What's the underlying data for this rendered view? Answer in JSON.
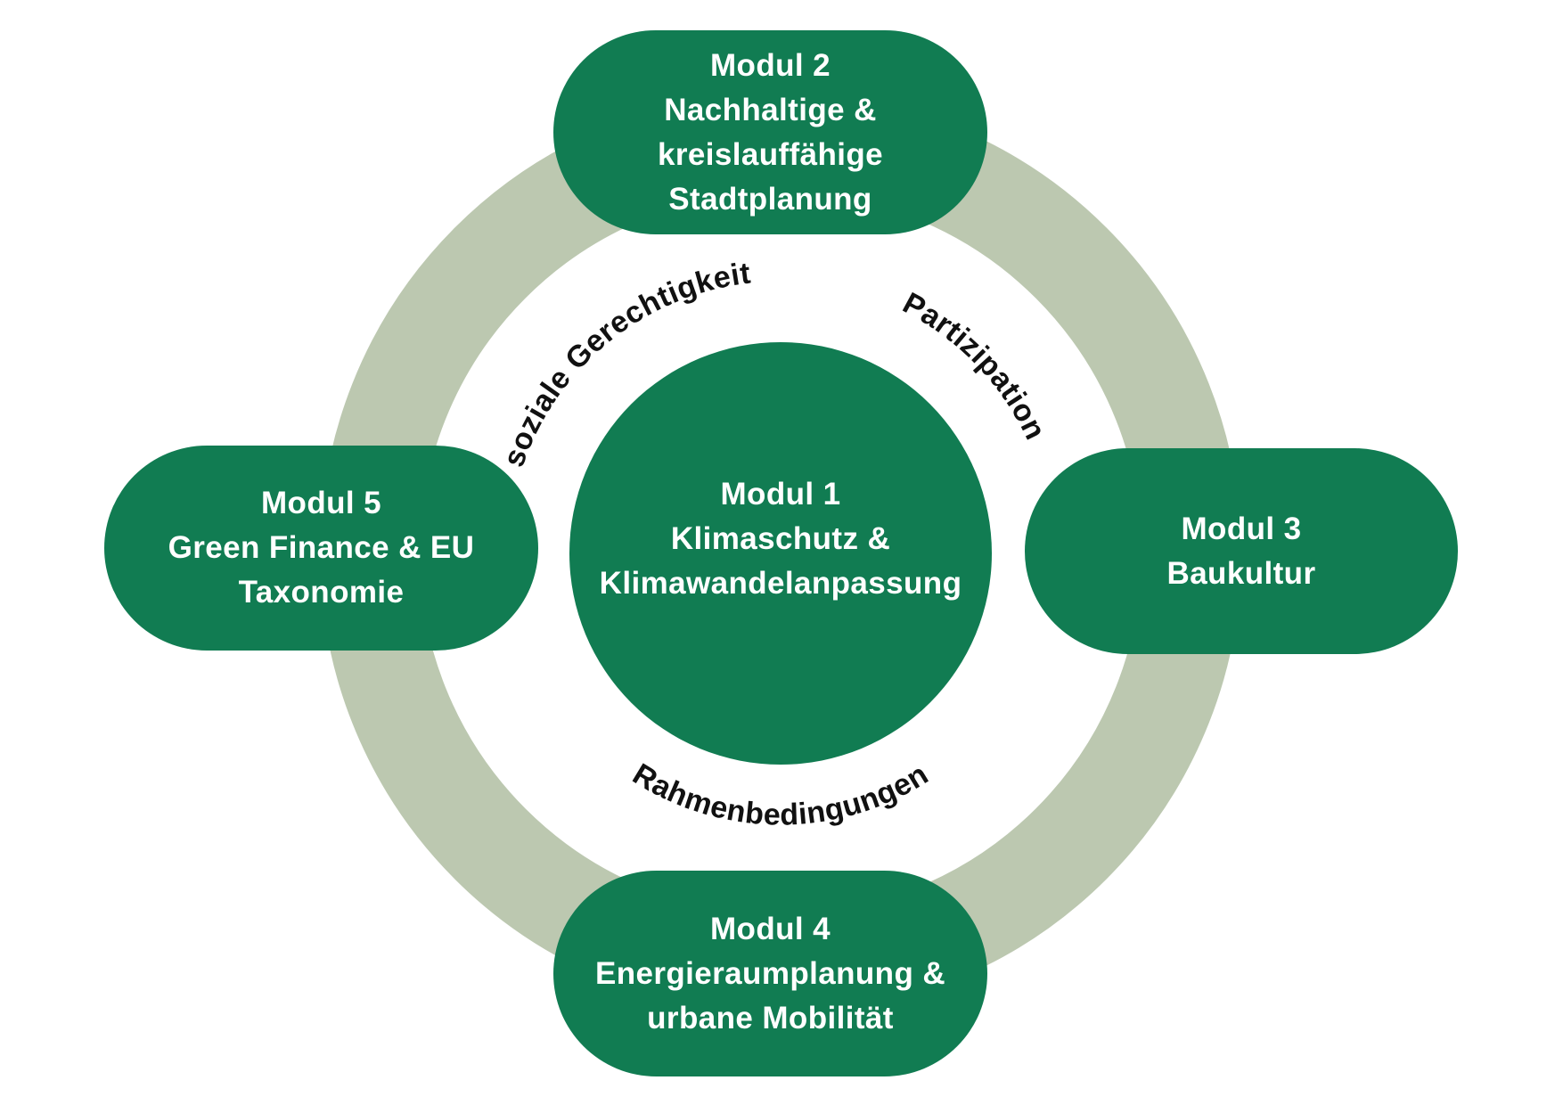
{
  "diagram": {
    "center": {
      "title": "Modul 1",
      "lines": [
        "Klimaschutz &",
        "Klimawandelanpassung"
      ]
    },
    "modul_2": {
      "title": "Modul 2",
      "lines": [
        "Nachhaltige &",
        "kreislauffähige",
        "Stadtplanung"
      ]
    },
    "modul_3": {
      "title": "Modul 3",
      "lines": [
        "Baukultur"
      ]
    },
    "modul_4": {
      "title": "Modul 4",
      "lines": [
        "Energieraumplanung &",
        "urbane Mobilität"
      ]
    },
    "modul_5": {
      "title": "Modul 5",
      "lines": [
        "Green Finance & EU",
        "Taxonomie"
      ]
    },
    "arc_labels": {
      "upper_left": "soziale Gerechtigkeit",
      "upper_right": "Partizipation",
      "bottom": "Rahmenbedingungen"
    }
  },
  "colors": {
    "module_fill": "#117c52",
    "ring": "#bcc8b0",
    "module_text": "#ffffff",
    "arc_text": "#111111"
  }
}
